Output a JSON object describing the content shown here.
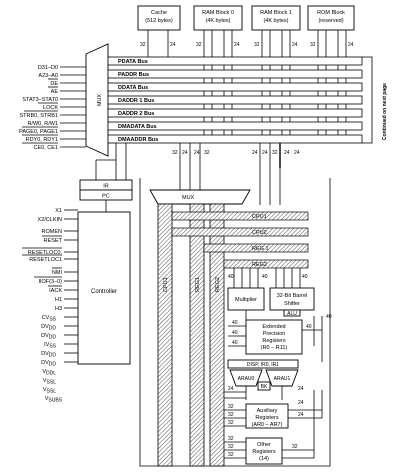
{
  "top_blocks": [
    {
      "label_1": "Cache",
      "label_2": "(512 bytes)"
    },
    {
      "label_1": "RAM Block 0",
      "label_2": "(4K bytes)"
    },
    {
      "label_1": "RAM Block 1",
      "label_2": "(4K bytes)"
    },
    {
      "label_1": "ROM Block",
      "label_2": "(reserved)"
    }
  ],
  "top_bus_widths": [
    "32",
    "24",
    "32",
    "24",
    "32",
    "24",
    "32",
    "24"
  ],
  "buses": [
    "PDATA Bus",
    "PADDR Bus",
    "DDATA Bus",
    "DADDR 1 Bus",
    "DADDR 2 Bus",
    "DMADATA Bus",
    "DMAADDR Bus"
  ],
  "continued_label": "Continued on next page",
  "mux_labels": {
    "left_mux": "MUX",
    "center_mux": "MUX"
  },
  "left_bus_signals": [
    "D31–D0",
    "A23–A0",
    "DE",
    "AE",
    "STAT3–STAT0",
    "LOCK",
    "STRB0, STRB1",
    "R/W0, R/W1",
    "PAGE0, PAGE1",
    "RDY0, RDY1",
    "CE0, CE1"
  ],
  "ir_pc": {
    "ir": "IR",
    "pc": "PC"
  },
  "mid_bus_widths": [
    "32",
    "24",
    "24",
    "32",
    "24",
    "24",
    "32",
    "24",
    "24"
  ],
  "controller": {
    "label": "Controller",
    "signals": [
      "X1",
      "X2/CLKIN",
      "ROMEN",
      "RESET",
      "RESETLOC0,",
      "RESETLOC1",
      "NMI",
      "IIOF(3–0)",
      "IACK",
      "H1",
      "H3",
      "CV",
      "DV",
      "DV",
      "IV",
      "DV",
      "DV",
      "V",
      "V",
      "V",
      "V"
    ],
    "signal_subs": [
      "",
      "",
      "",
      "",
      "",
      "",
      "",
      "",
      "",
      "",
      "",
      "SS",
      "DD",
      "DD",
      "SS",
      "DD",
      "DD",
      "DDL",
      "SSL",
      "SSL",
      "SUBS"
    ]
  },
  "verticals": {
    "cpu1": "CPU1",
    "reg1": "REG1",
    "reg2": "REG2"
  },
  "bus_rows": [
    "CPU1",
    "CPU2",
    "REG 1",
    "REG2"
  ],
  "alu": {
    "multiplier": "Multiplier",
    "shifter_1": "32-Bit Barrel",
    "shifter_2": "Shifter",
    "alu_tag": "ALU"
  },
  "widths_40": [
    "40",
    "40",
    "40",
    "40",
    "40",
    "40",
    "40",
    "40"
  ],
  "ext_regs": {
    "l1": "Extended",
    "l2": "Precision",
    "l3": "Registers",
    "l4": "(R0 – R11)"
  },
  "addr_unit": {
    "disp": "DISP, IR0, IR1",
    "arau0": "ARAU0",
    "arau1": "ARAU1",
    "bk": "BK"
  },
  "aux_regs": {
    "l1": "Auxiliary",
    "l2": "Registers",
    "l3": "(AR0 – AR7)"
  },
  "other_regs": {
    "l1": "Other",
    "l2": "Registers",
    "l3": "(14)"
  },
  "lower_widths": [
    "24",
    "24",
    "32",
    "32",
    "32",
    "24",
    "24",
    "32",
    "32",
    "32",
    "32"
  ]
}
